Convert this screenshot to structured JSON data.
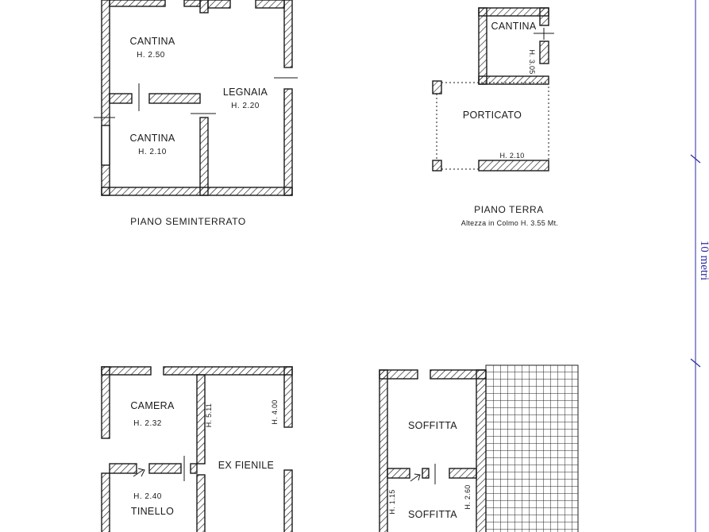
{
  "plans": {
    "seminterrato": {
      "title": "PIANO SEMINTERRATO",
      "rooms": [
        {
          "name": "CANTINA",
          "height": "H. 2.50"
        },
        {
          "name": "CANTINA",
          "height": "H. 2.10"
        },
        {
          "name": "LEGNAIA",
          "height": "H. 2.20"
        }
      ]
    },
    "terra": {
      "title": "PIANO TERRA",
      "subtitle": "Altezza in Colmo H. 3.55 Mt.",
      "rooms": [
        {
          "name": "CANTINA",
          "height": "H. 3.05"
        },
        {
          "name": "PORTICATO",
          "height": "H. 2.10"
        }
      ]
    },
    "primo": {
      "rooms": [
        {
          "name": "CAMERA",
          "height": "H. 2.32"
        },
        {
          "name": "TINELLO",
          "height": "H. 2.40"
        },
        {
          "name": "EX FIENILE",
          "height_left": "H. 5.11",
          "height_right": "H. 4.00"
        }
      ]
    },
    "soffitta": {
      "rooms": [
        {
          "name": "SOFFITTA"
        },
        {
          "name": "SOFFITTA",
          "height_left": "H. 1.15",
          "height_right": "H. 2.60"
        }
      ]
    }
  },
  "scale_bar": {
    "label": "10 metri"
  },
  "colors": {
    "wall": "#1a1a1a",
    "scale": "#2a2aa0"
  }
}
